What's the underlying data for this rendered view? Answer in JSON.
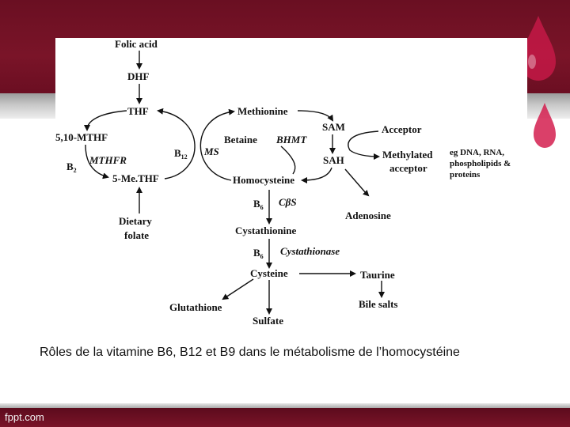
{
  "footer": {
    "brand": "fppt.com"
  },
  "caption": "Rôles de la vitamine B6, B12 et B9 dans le métabolisme de l’homocystéine",
  "pathway": {
    "nodes": {
      "folic_acid": "Folic acid",
      "dhf": "DHF",
      "thf": "THF",
      "mthf_5_10": "5,10-MTHF",
      "methf_5": "5-Me.THF",
      "dietary_folate_1": "Dietary",
      "dietary_folate_2": "folate",
      "methionine": "Methionine",
      "sam": "SAM",
      "sah": "SAH",
      "acceptor": "Acceptor",
      "methylated_acceptor_1": "Methylated",
      "methylated_acceptor_2": "acceptor",
      "acceptor_examples_1": "eg DNA, RNA,",
      "acceptor_examples_2": "phospholipids &",
      "acceptor_examples_3": "proteins",
      "homocysteine": "Homocysteine",
      "adenosine": "Adenosine",
      "betaine": "Betaine",
      "cystathionine": "Cystathionine",
      "cysteine": "Cysteine",
      "taurine": "Taurine",
      "bile_salts": "Bile salts",
      "glutathione": "Glutathione",
      "sulfate": "Sulfate"
    },
    "enzymes": {
      "mthfr": "MTHFR",
      "ms": "MS",
      "bhmt": "BHMT",
      "cbs": "CβS",
      "cystathionase": "Cystathionase"
    },
    "cofactors": {
      "b2_main": "B",
      "b2_sub": "2",
      "b12_main": "B",
      "b12_sub": "12",
      "b6a_main": "B",
      "b6a_sub": "6",
      "b6b_main": "B",
      "b6b_sub": "6"
    }
  }
}
